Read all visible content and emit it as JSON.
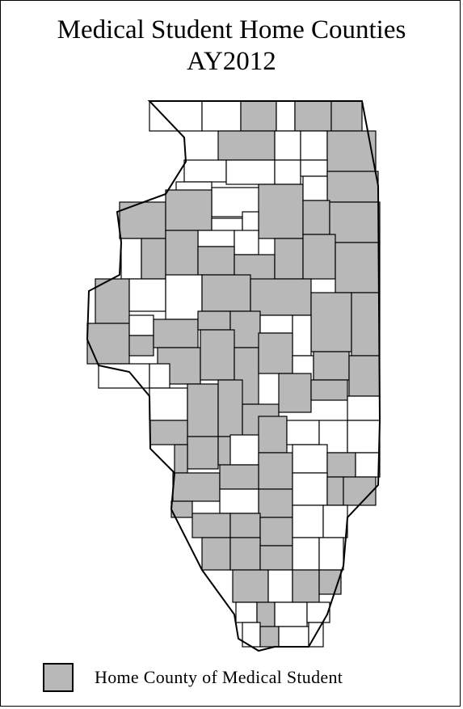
{
  "title": {
    "line1": "Medical Student Home Counties",
    "line2": "AY2012"
  },
  "legend": {
    "label": "Home County of Medical Student"
  },
  "colors": {
    "shaded": "#b8b8b8",
    "unshaded": "#ffffff",
    "stroke": "#000000",
    "background": "#ffffff"
  }
}
